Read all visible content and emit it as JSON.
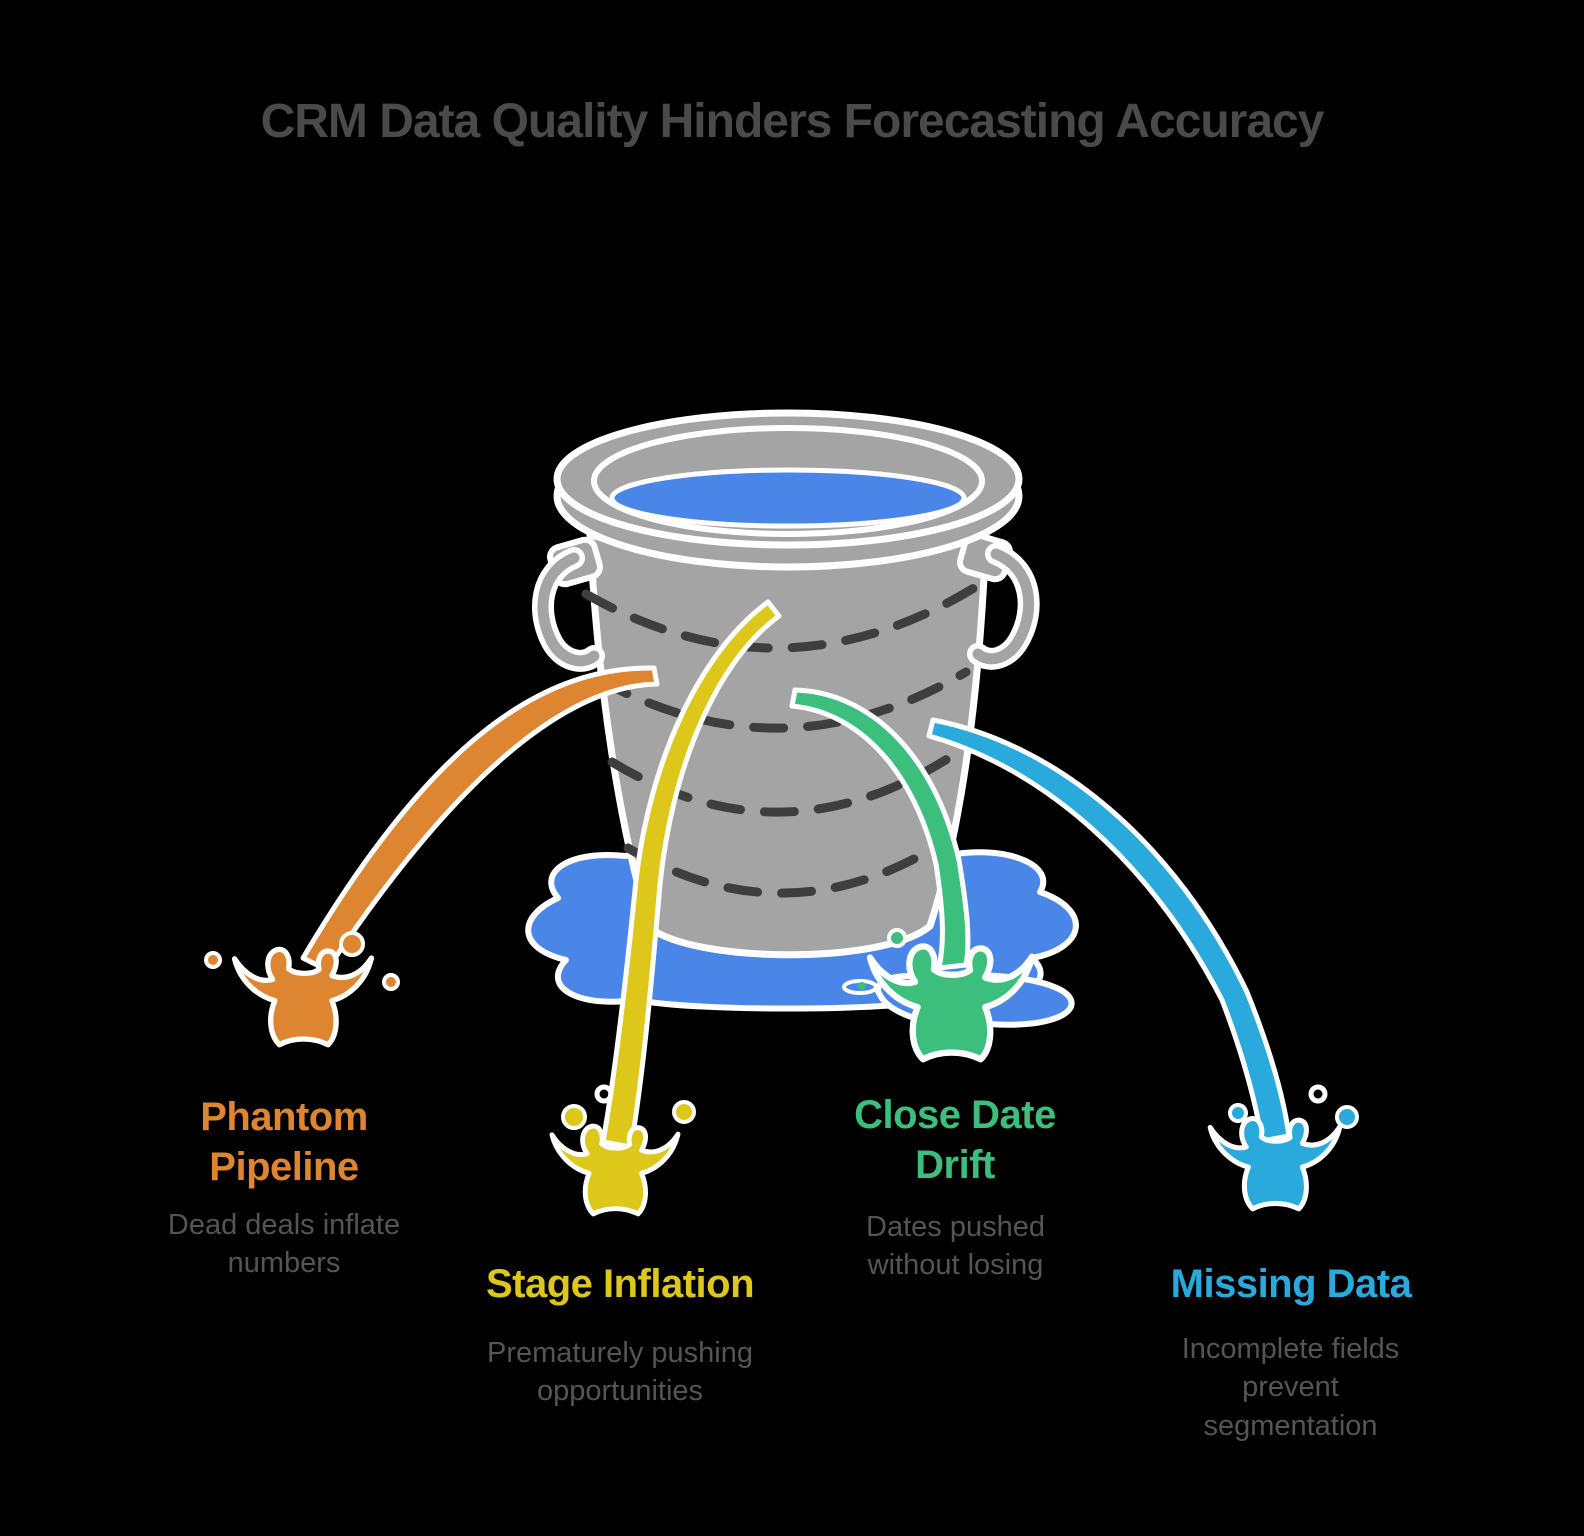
{
  "title": "CRM Data Quality Hinders Forecasting Accuracy",
  "colors": {
    "background": "#000000",
    "title": "#4A4A4A",
    "subtitle_gray": "#555555",
    "bucket_gray": "#A4A4A4",
    "outline_white": "#FFFFFF",
    "water_blue": "#4A86E8",
    "dash_dark": "#3E3E3E",
    "orange": "#DE8532",
    "yellow": "#DCC71A",
    "green": "#3CBE7D",
    "blue": "#29A9DC"
  },
  "illustration": {
    "icon": "leaky-bucket-icon",
    "description_of_visual": "Gray bucket full of blue water standing in a blue puddle, with four colored streams leaking out to splashes"
  },
  "leaks": [
    {
      "id": "phantom-pipeline",
      "label": "Phantom Pipeline",
      "description": "Dead deals inflate numbers",
      "color": "#DE8532"
    },
    {
      "id": "stage-inflation",
      "label": "Stage Inflation",
      "description": "Prematurely pushing opportunities",
      "color": "#DCC71A"
    },
    {
      "id": "close-date-drift",
      "label": "Close Date Drift",
      "description": "Dates pushed without losing",
      "color": "#3CBE7D"
    },
    {
      "id": "missing-data",
      "label": "Missing Data",
      "description": "Incomplete fields prevent segmentation",
      "color": "#29A9DC"
    }
  ]
}
